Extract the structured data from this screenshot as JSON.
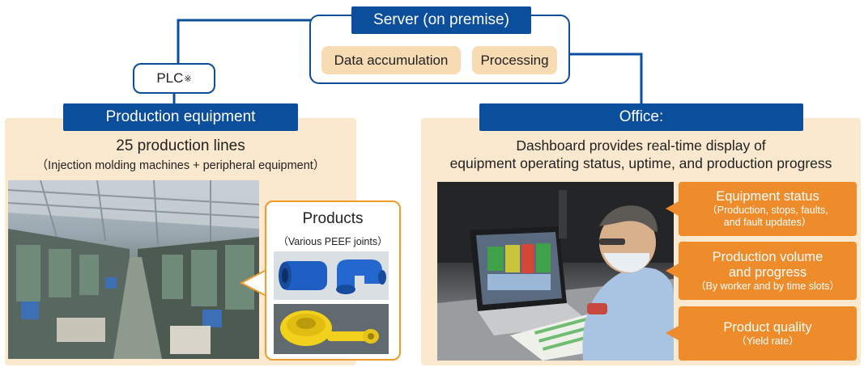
{
  "server": {
    "title": "Server (on premise)",
    "items": [
      "Data accumulation",
      "Processing"
    ]
  },
  "plc": {
    "label": "PLC",
    "mark": "※"
  },
  "production": {
    "header": "Production equipment",
    "title": "25 production lines",
    "subtitle": "（Injection molding machines + peripheral equipment）",
    "products": {
      "title": "Products",
      "subtitle": "（Various PEEF joints）"
    }
  },
  "office": {
    "header": "Office:",
    "line1": "Dashboard provides real-time display of",
    "line2": "equipment operating status, uptime, and production progress",
    "tags": [
      {
        "title_lines": [
          "Equipment status"
        ],
        "sub_lines": [
          "（Production, stops, faults,",
          "and fault updates）"
        ]
      },
      {
        "title_lines": [
          "Production volume",
          "and progress"
        ],
        "sub_lines": [
          "（By worker and by time slots）"
        ]
      },
      {
        "title_lines": [
          "Product quality"
        ],
        "sub_lines": [
          "（Yield rate）"
        ]
      }
    ]
  },
  "colors": {
    "navy": "#0b4e9c",
    "panel": "#fae9cf",
    "chip": "#f7dbb3",
    "orange": "#ee8b2a",
    "callout": "#f09a2a"
  }
}
